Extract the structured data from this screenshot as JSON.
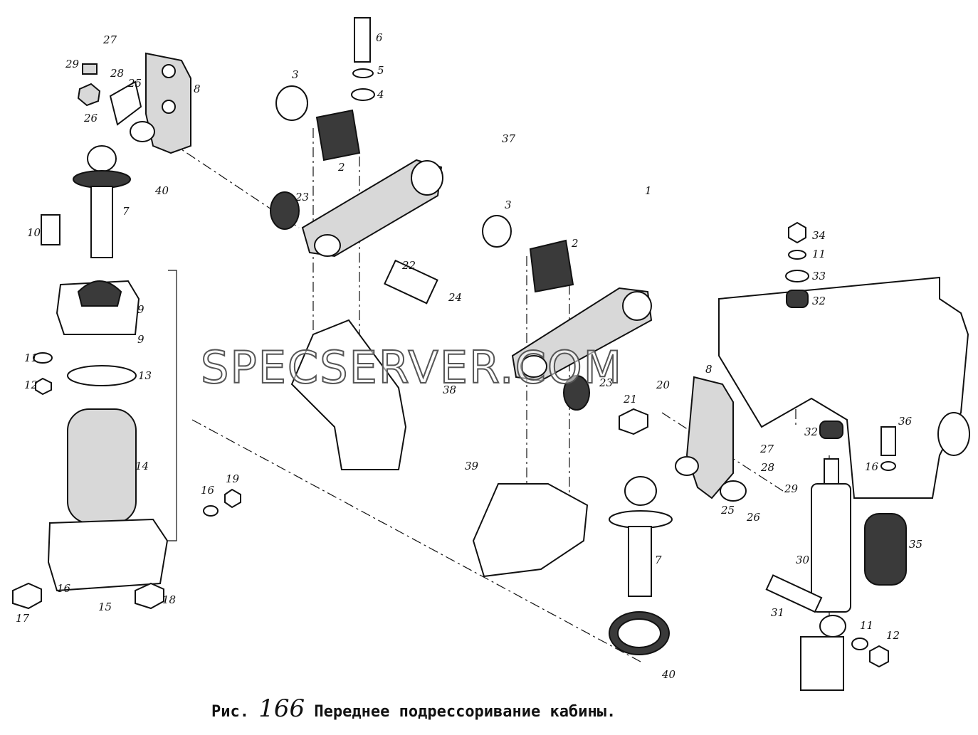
{
  "caption": {
    "prefix": "Рис.",
    "number": "166",
    "title": "Переднее подрессоривание кабины."
  },
  "watermark": "SPECSERVER.COM",
  "callouts": [
    "27",
    "29",
    "28",
    "25",
    "26",
    "8",
    "40",
    "7",
    "10",
    "9",
    "9",
    "11",
    "12",
    "13",
    "14",
    "16",
    "19",
    "17",
    "16",
    "15",
    "18",
    "6",
    "5",
    "4",
    "3",
    "2",
    "37",
    "23",
    "22",
    "24",
    "38",
    "1",
    "3",
    "2",
    "23",
    "21",
    "20",
    "8",
    "27",
    "28",
    "29",
    "25",
    "26",
    "39",
    "7",
    "40",
    "34",
    "11",
    "33",
    "32",
    "32",
    "36",
    "16",
    "35",
    "30",
    "31",
    "11",
    "12"
  ]
}
